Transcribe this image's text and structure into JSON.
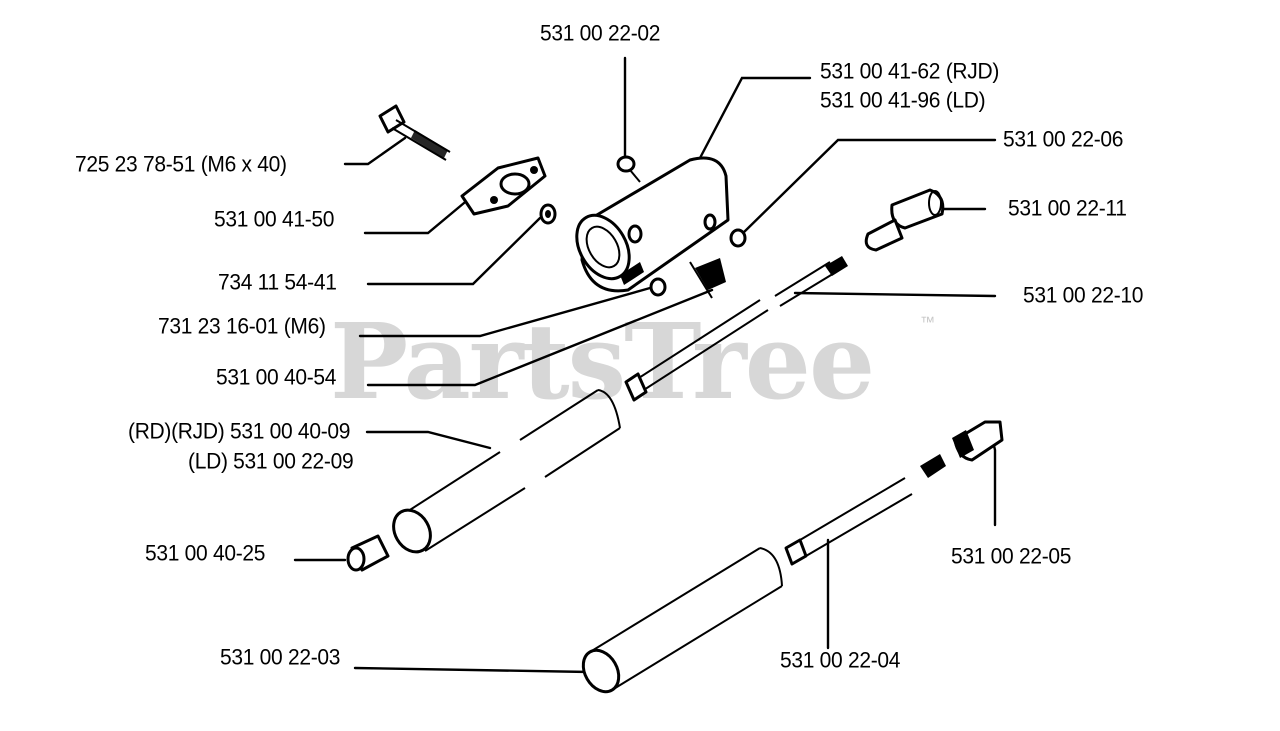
{
  "watermark": {
    "brand": "PartsTree",
    "trademark": "™"
  },
  "labels": {
    "p_531_00_22_02": "531 00 22-02",
    "p_531_00_41_62": "531 00 41-62 (RJD)",
    "p_531_00_41_96": "531 00 41-96 (LD)",
    "p_531_00_22_06": "531 00 22-06",
    "p_725_23_78_51": "725 23 78-51 (M6 x 40)",
    "p_531_00_41_50": "531 00 41-50",
    "p_531_00_22_11": "531 00 22-11",
    "p_734_11_54_41": "734 11 54-41",
    "p_531_00_22_10": "531 00 22-10",
    "p_731_23_16_01": "731 23 16-01 (M6)",
    "p_531_00_40_54": "531 00 40-54",
    "p_531_00_40_09": "(RD)(RJD) 531 00 40-09",
    "p_531_00_22_09": "(LD) 531 00 22-09",
    "p_531_00_40_25": "531 00 40-25",
    "p_531_00_22_05": "531 00 22-05",
    "p_531_00_22_03": "531 00 22-03",
    "p_531_00_22_04": "531 00 22-04"
  }
}
